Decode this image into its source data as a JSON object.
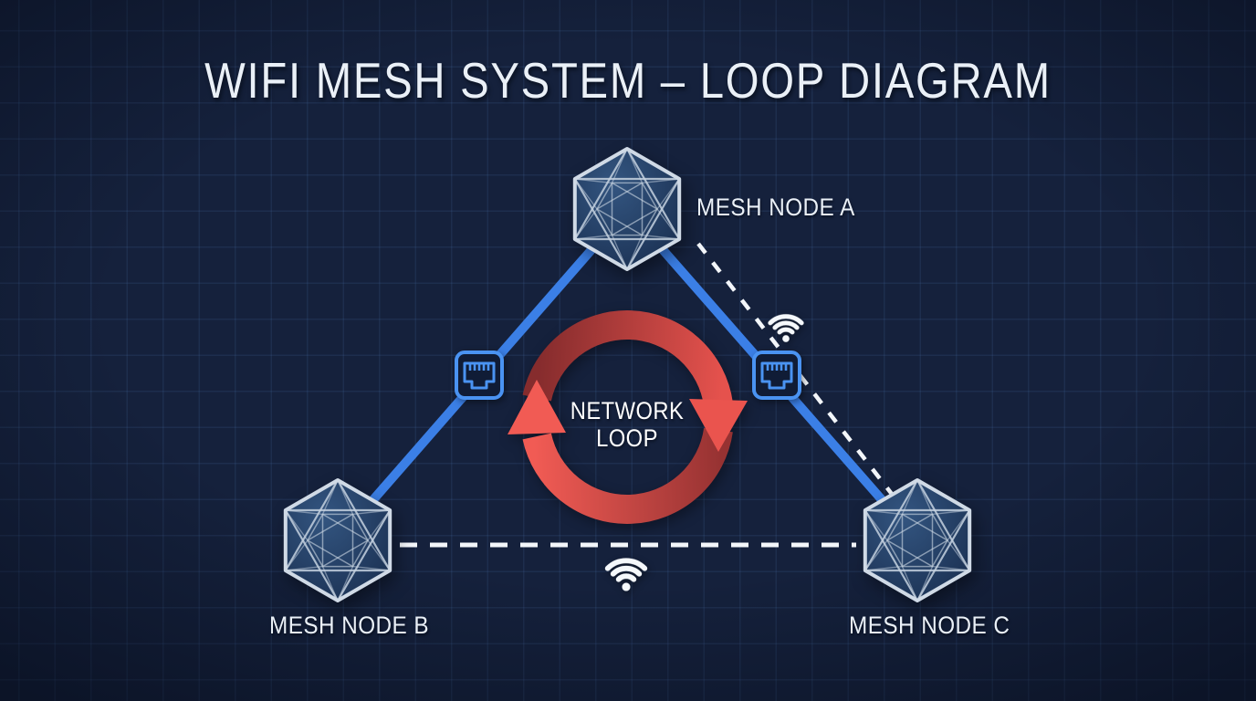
{
  "title": "WIFI MESH SYSTEM – LOOP DIAGRAM",
  "nodes": [
    {
      "id": "A",
      "label": "MESH NODE A"
    },
    {
      "id": "B",
      "label": "MESH NODE B"
    },
    {
      "id": "C",
      "label": "MESH NODE C"
    }
  ],
  "loop_label": {
    "line1": "NETWORK",
    "line2": "LOOP"
  },
  "links": {
    "wired": [
      {
        "from": "A",
        "to": "B",
        "style": "solid-blue",
        "icon": "ethernet-port"
      },
      {
        "from": "A",
        "to": "C",
        "style": "solid-blue",
        "icon": "ethernet-port"
      }
    ],
    "wireless": [
      {
        "from": "A",
        "to": "C",
        "style": "dashed-white",
        "icon": "wifi"
      },
      {
        "from": "B",
        "to": "C",
        "style": "dashed-white",
        "icon": "wifi"
      }
    ]
  },
  "colors": {
    "background": "#15213c",
    "grid_line": "#233655",
    "link_blue": "#3b7fe6",
    "ethernet_blue": "#4a93f2",
    "loop_red_dark": "#862c2d",
    "loop_red_bright": "#ef5350",
    "arrow_red": "#f15b54",
    "node_stroke": "#d0dae6",
    "node_fill_light": "#335580",
    "node_fill_dark": "#1b3153",
    "text": "#eaf0f7",
    "wifi_white": "#f5f8fb"
  }
}
